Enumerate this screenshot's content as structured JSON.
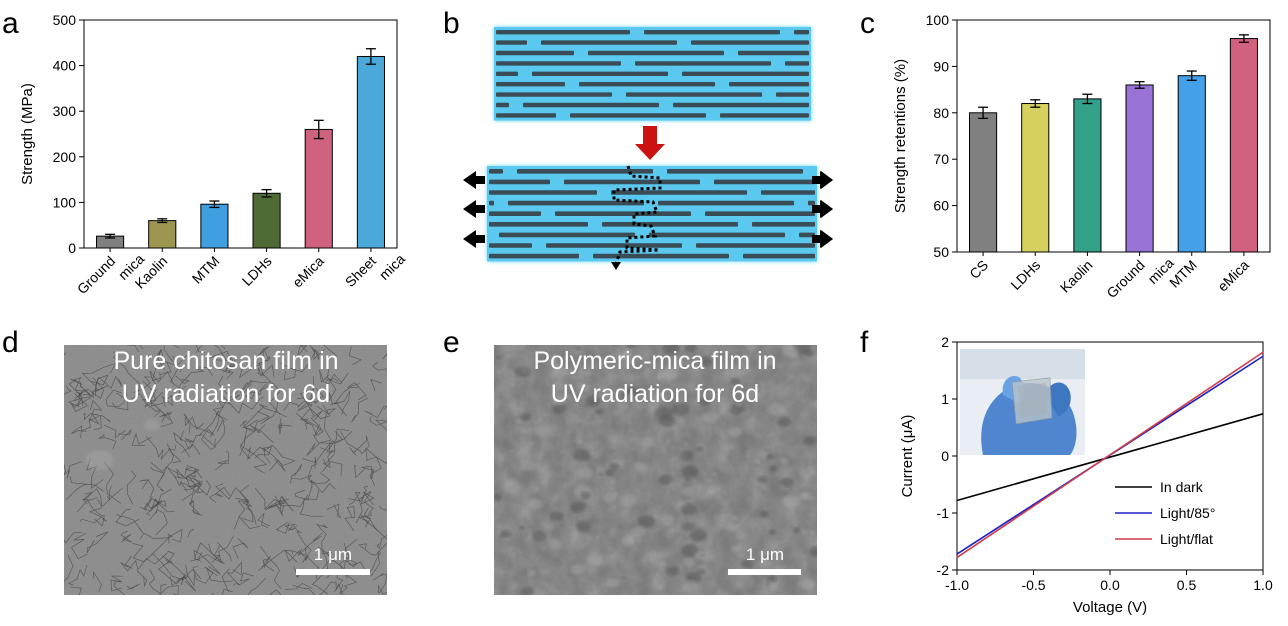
{
  "panel_labels": [
    "a",
    "b",
    "c",
    "d",
    "e",
    "f"
  ],
  "colors": {
    "ground_mica": "#808080",
    "kaolin_a": "#9d9650",
    "mtm": "#3f9fe0",
    "ldhs_a": "#4e6b36",
    "emica": "#d0617f",
    "sheet_mica": "#4aa9d8",
    "ldhs_c": "#d6d15e",
    "kaolin_c": "#33a089",
    "ground_mica_c": "#9a73d6",
    "mtm_c": "#45a0ea",
    "dark_line": "#000000",
    "light85_line": "#1d22c6",
    "lightflat_line": "#d13c4a",
    "flow_arrow": "#cc1111",
    "tension_arrow": "#000000"
  },
  "panel_d": {
    "caption_line1": "Pure chitosan film in",
    "caption_line2": "UV radiation for 6d",
    "scalebar_label": "1 μm"
  },
  "panel_e": {
    "caption_line1": "Polymeric-mica film in",
    "caption_line2": "UV radiation for 6d",
    "scalebar_label": "1 μm"
  },
  "panel_f": {
    "inset_photo_icon": "glove-holding-film-photo"
  },
  "chart_data": [
    {
      "panel": "a",
      "type": "bar",
      "categories": [
        "Ground mica",
        "Kaolin",
        "MTM",
        "LDHs",
        "eMica",
        "Sheet mica"
      ],
      "tick_labels": [
        [
          "Ground",
          "mica"
        ],
        [
          "Kaolin"
        ],
        [
          "MTM"
        ],
        [
          "LDHs"
        ],
        [
          "eMica"
        ],
        [
          "Sheet",
          "mica"
        ]
      ],
      "values": [
        26,
        60,
        96,
        120,
        260,
        420
      ],
      "errors": [
        4,
        4,
        7,
        8,
        20,
        17
      ],
      "colors": [
        "#808080",
        "#9d9650",
        "#3f9fe0",
        "#4e6b36",
        "#d0617f",
        "#4aa9d8"
      ],
      "ylabel": "Strength (MPa)",
      "ylim": [
        0,
        500
      ],
      "yticks": [
        0,
        100,
        200,
        300,
        400,
        500
      ],
      "grid": false
    },
    {
      "panel": "c",
      "type": "bar",
      "categories": [
        "CS",
        "LDHs",
        "Kaolin",
        "Ground mica",
        "MTM",
        "eMica"
      ],
      "tick_labels": [
        [
          "CS"
        ],
        [
          "LDHs"
        ],
        [
          "Kaolin"
        ],
        [
          "Ground",
          "mica"
        ],
        [
          "MTM"
        ],
        [
          "eMica"
        ]
      ],
      "values": [
        80,
        82,
        83,
        86,
        88,
        96
      ],
      "errors": [
        1.2,
        0.8,
        1.0,
        0.7,
        1.0,
        0.8
      ],
      "colors": [
        "#808080",
        "#d6d15e",
        "#33a089",
        "#9a73d6",
        "#45a0ea",
        "#d0617f"
      ],
      "ylabel": "Strength retentions  (%)",
      "ylim": [
        50,
        100
      ],
      "yticks": [
        50,
        60,
        70,
        80,
        90,
        100
      ],
      "grid": false
    },
    {
      "panel": "f",
      "type": "line",
      "xlabel": "Voltage (V)",
      "ylabel": "Current  (μA)",
      "xlim": [
        -1.0,
        1.0
      ],
      "ylim": [
        -2,
        2
      ],
      "xticks": [
        -1.0,
        -0.5,
        0.0,
        0.5,
        1.0
      ],
      "xtick_labels": [
        "-1.0",
        "-0.5",
        "0.0",
        "0.5",
        "1.0"
      ],
      "yticks": [
        -2,
        -1,
        0,
        1,
        2
      ],
      "legend_position": "bottom-right",
      "series": [
        {
          "name": "In dark",
          "x": [
            -1.0,
            1.0
          ],
          "y": [
            -0.78,
            0.74
          ],
          "color": "#000000"
        },
        {
          "name": "Light/85°",
          "x": [
            -1.0,
            1.0
          ],
          "y": [
            -1.72,
            1.75
          ],
          "color": "#1d22c6"
        },
        {
          "name": "Light/flat",
          "x": [
            -1.0,
            1.0
          ],
          "y": [
            -1.78,
            1.82
          ],
          "color": "#d13c4a"
        }
      ],
      "grid": false
    }
  ]
}
